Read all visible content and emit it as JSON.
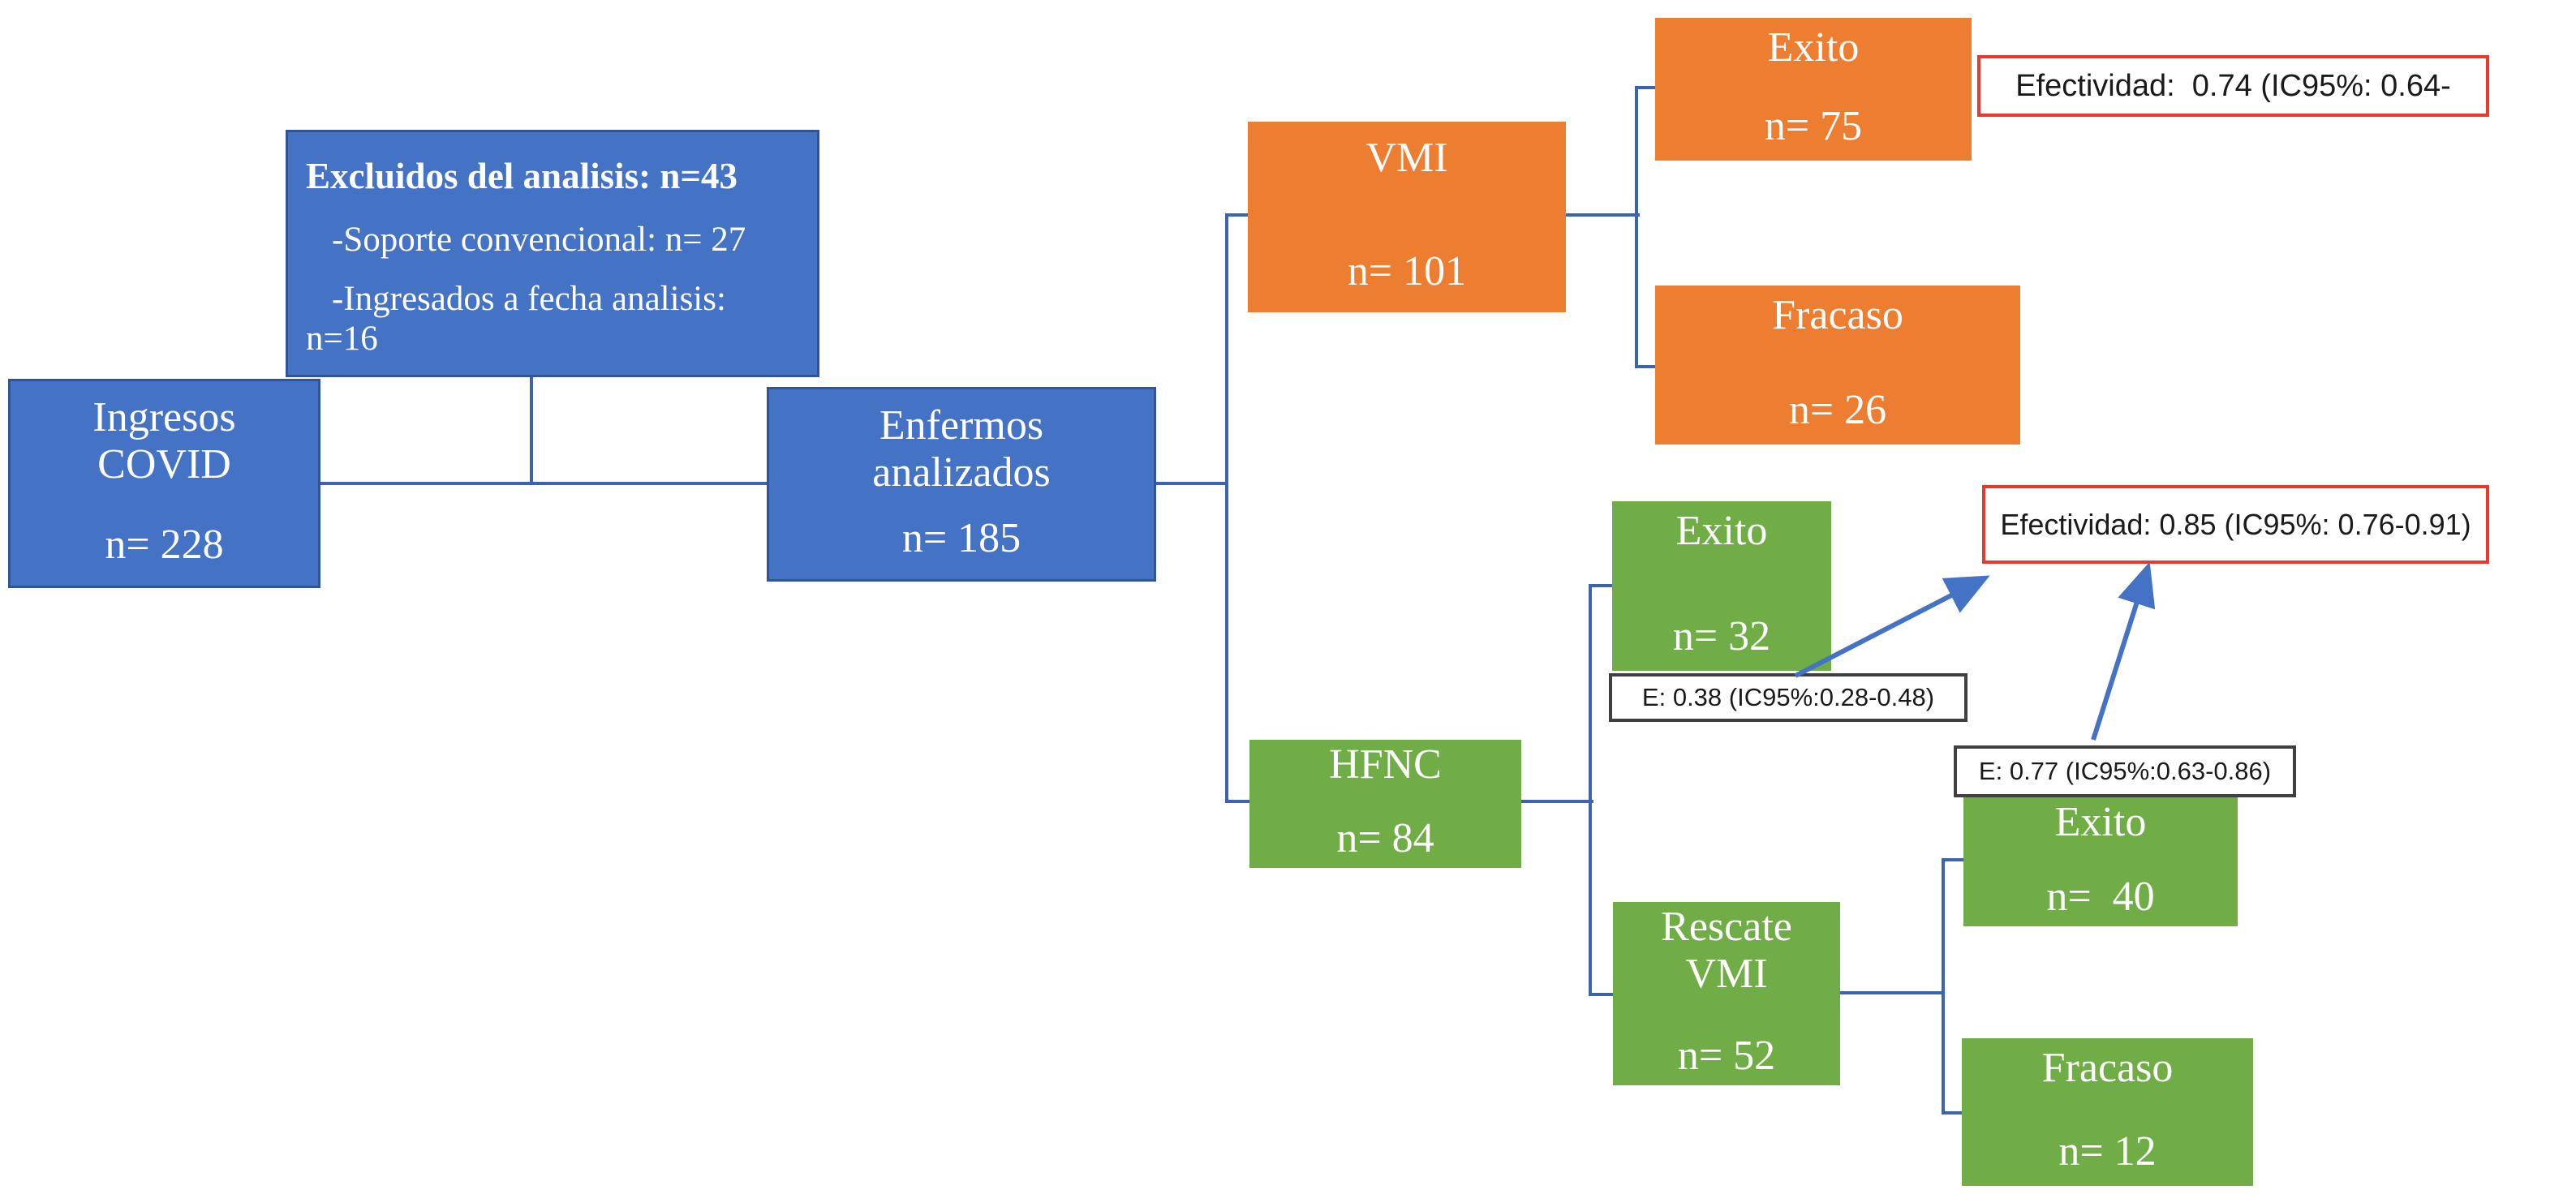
{
  "palette": {
    "box_blue": "#4472C4",
    "box_blue_border": "#2F5597",
    "box_orange": "#ED7D31",
    "box_green": "#70AD47",
    "connector_blue": "#3C64AD",
    "arrow_blue": "#4472C4",
    "annotation_red_border": "#E8392F",
    "annotation_dark_border": "#404040",
    "text_on_box": "#FFFFFF",
    "text_on_annotation": "#1A1A1A"
  },
  "nodes": {
    "ingresos": {
      "line1": "Ingresos",
      "line2": "COVID",
      "n": "n= 228"
    },
    "excluidos": {
      "heading": "Excluidos del analisis: n=43",
      "item1": "-Soporte convencional: n= 27",
      "item2": "-Ingresados a fecha analisis:",
      "item3": "n=16"
    },
    "enfermos": {
      "line1": "Enfermos",
      "line2": "analizados",
      "n": "n= 185"
    },
    "vmi": {
      "line1": "VMI",
      "n": "n= 101"
    },
    "exito_vmi": {
      "line1": "Exito",
      "n": "n= 75"
    },
    "fracaso_vmi": {
      "line1": "Fracaso",
      "n": "n= 26"
    },
    "hfnc": {
      "line1": "HFNC",
      "n": "n= 84"
    },
    "exito_hfnc": {
      "line1": "Exito",
      "n": "n= 32"
    },
    "rescate_vmi": {
      "line1": "Rescate",
      "line2": "VMI",
      "n": "n= 52"
    },
    "exito_rescate": {
      "line1": "Exito",
      "n": "n=  40"
    },
    "fracaso_rescate": {
      "line1": "Fracaso",
      "n": "n= 12"
    }
  },
  "annotations": {
    "efectividad_vmi": {
      "text": "Efectividad:  0.74 (IC95%: 0.64-"
    },
    "efectividad_hfnc": {
      "text": "Efectividad: 0.85 (IC95%: 0.76-0.91)"
    },
    "e_exito_hfnc": {
      "text": "E: 0.38 (IC95%:0.28-0.48)"
    },
    "e_rescate": {
      "text": "E: 0.77 (IC95%:0.63-0.86)"
    }
  }
}
